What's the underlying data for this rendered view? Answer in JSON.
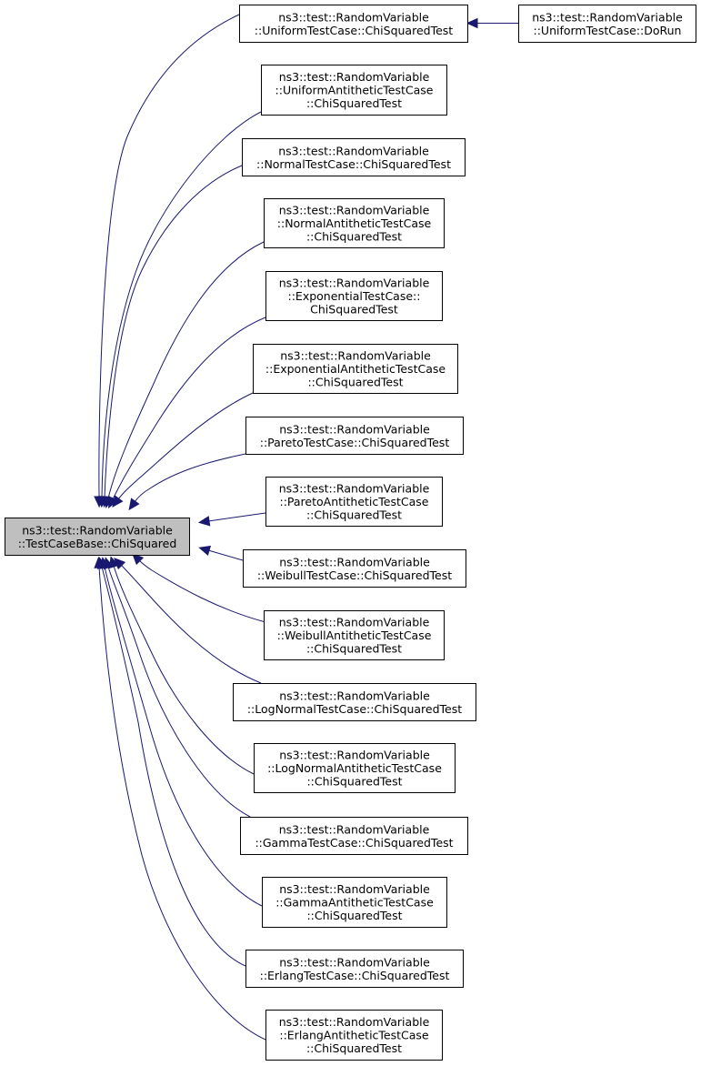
{
  "graph": {
    "edge_color": "#191970",
    "root_fill": "#bfbfbf",
    "node_fill": "#ffffff",
    "root": {
      "id": "root",
      "lines": [
        "ns3::test::RandomVariable",
        "::TestCaseBase::ChiSquared"
      ]
    },
    "callers": [
      {
        "id": "uniform",
        "lines": [
          "ns3::test::RandomVariable",
          "::UniformTestCase::ChiSquaredTest"
        ]
      },
      {
        "id": "uniform-antithetic",
        "lines": [
          "ns3::test::RandomVariable",
          "::UniformAntitheticTestCase",
          "::ChiSquaredTest"
        ]
      },
      {
        "id": "normal",
        "lines": [
          "ns3::test::RandomVariable",
          "::NormalTestCase::ChiSquaredTest"
        ]
      },
      {
        "id": "normal-antithetic",
        "lines": [
          "ns3::test::RandomVariable",
          "::NormalAntitheticTestCase",
          "::ChiSquaredTest"
        ]
      },
      {
        "id": "exponential",
        "lines": [
          "ns3::test::RandomVariable",
          "::ExponentialTestCase::",
          "ChiSquaredTest"
        ]
      },
      {
        "id": "exponential-antithetic",
        "lines": [
          "ns3::test::RandomVariable",
          "::ExponentialAntitheticTestCase",
          "::ChiSquaredTest"
        ]
      },
      {
        "id": "pareto",
        "lines": [
          "ns3::test::RandomVariable",
          "::ParetoTestCase::ChiSquaredTest"
        ]
      },
      {
        "id": "pareto-antithetic",
        "lines": [
          "ns3::test::RandomVariable",
          "::ParetoAntitheticTestCase",
          "::ChiSquaredTest"
        ]
      },
      {
        "id": "weibull",
        "lines": [
          "ns3::test::RandomVariable",
          "::WeibullTestCase::ChiSquaredTest"
        ]
      },
      {
        "id": "weibull-antithetic",
        "lines": [
          "ns3::test::RandomVariable",
          "::WeibullAntitheticTestCase",
          "::ChiSquaredTest"
        ]
      },
      {
        "id": "lognormal",
        "lines": [
          "ns3::test::RandomVariable",
          "::LogNormalTestCase::ChiSquaredTest"
        ]
      },
      {
        "id": "lognormal-antithetic",
        "lines": [
          "ns3::test::RandomVariable",
          "::LogNormalAntitheticTestCase",
          "::ChiSquaredTest"
        ]
      },
      {
        "id": "gamma",
        "lines": [
          "ns3::test::RandomVariable",
          "::GammaTestCase::ChiSquaredTest"
        ]
      },
      {
        "id": "gamma-antithetic",
        "lines": [
          "ns3::test::RandomVariable",
          "::GammaAntitheticTestCase",
          "::ChiSquaredTest"
        ]
      },
      {
        "id": "erlang",
        "lines": [
          "ns3::test::RandomVariable",
          "::ErlangTestCase::ChiSquaredTest"
        ]
      },
      {
        "id": "erlang-antithetic",
        "lines": [
          "ns3::test::RandomVariable",
          "::ErlangAntitheticTestCase",
          "::ChiSquaredTest"
        ]
      }
    ],
    "second_level": [
      {
        "id": "uniform-dorun",
        "caller_of": "uniform",
        "lines": [
          "ns3::test::RandomVariable",
          "::UniformTestCase::DoRun"
        ]
      }
    ]
  }
}
